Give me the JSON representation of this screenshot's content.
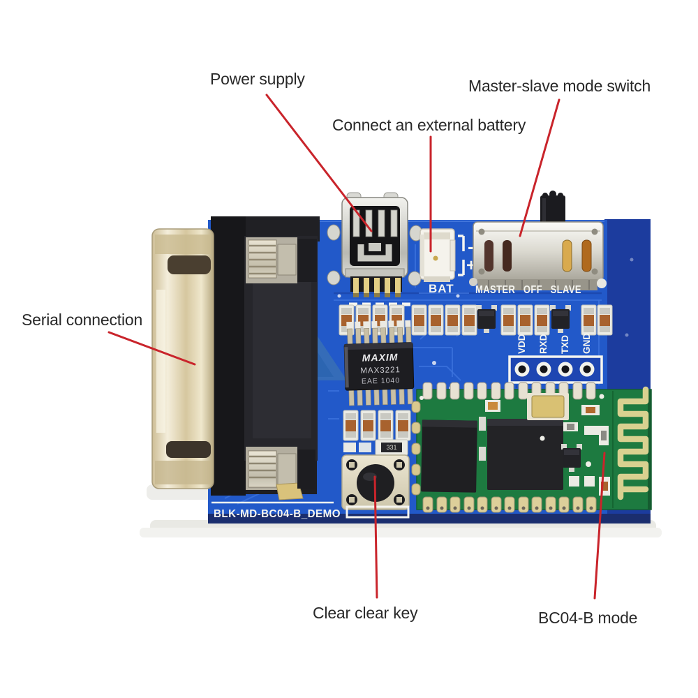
{
  "annotations": {
    "power_supply": "Power supply",
    "external_battery": "Connect an external battery",
    "mode_switch": "Master-slave mode switch",
    "serial": "Serial connection",
    "clear_key": "Clear clear key",
    "bc04_mode": "BC04-B mode"
  },
  "board": {
    "silkscreen": {
      "bat": "BAT",
      "switch_positions": "MASTER OFF SLAVE",
      "pin_labels": [
        "VDD",
        "RXD",
        "TXD",
        "GND"
      ],
      "polarity_minus": "-",
      "polarity_plus": "+",
      "model": "BLK-MD-BC04-B_DEMO",
      "resistor_marking": "331"
    },
    "rs232_ic": {
      "brand": "MAXIM",
      "part": "MAX3221",
      "lot": "EAE 1040"
    }
  },
  "colors": {
    "annotation_red": "#c9242b",
    "pcb_blue": "#2259c9",
    "pcb_edge": "#1c3c9e",
    "module_green": "#1d7a40",
    "antenna_gold": "#d8d190",
    "silkscreen_white": "#f5f5f0"
  }
}
